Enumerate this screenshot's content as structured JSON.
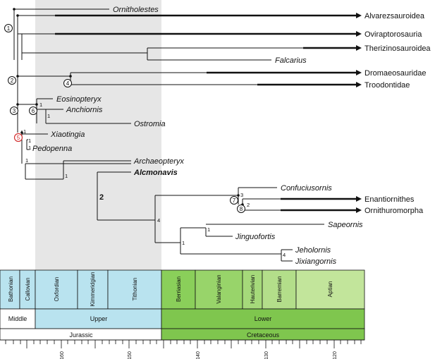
{
  "taxa": {
    "ornitholestes": "Ornitholestes",
    "alvarezsauroidea": "Alvarezsauroidea",
    "oviraptorosauria": "Oviraptorosauria",
    "therizinosauroidea": "Therizinosauroidea",
    "falcarius": "Falcarius",
    "dromaeosauridae": "Dromaeosauridae",
    "troodontidae": "Troodontidae",
    "eosinopteryx": "Eosinopteryx",
    "anchiornis": "Anchiornis",
    "ostromia": "Ostromia",
    "xiaotingia": "Xiaotingia",
    "pedopenna": "Pedopenna",
    "archaeopteryx": "Archaeopteryx",
    "alcmonavis": "Alcmonavis",
    "confuciusornis": "Confuciusornis",
    "enantiornithes": "Enantiornithes",
    "ornithuromorpha": "Ornithuromorpha",
    "sapeornis": "Sapeornis",
    "jinguofortis": "Jinguofortis",
    "jeholornis": "Jeholornis",
    "jixiangornis": "Jixiangornis"
  },
  "node_labels": {
    "n1": "1",
    "n2": "2",
    "n3": "3",
    "n4": "4",
    "n5": "5",
    "n6": "6",
    "n7": "7",
    "n8": "8"
  },
  "support": {
    "s_n6": "1",
    "s_anch": "1",
    "s_n5": "1",
    "s_xiao": "1",
    "s_ped": "1",
    "s_avia": "1",
    "s_arch": "1",
    "s_alc": "2",
    "s_pyg": "4",
    "s_n7": "3",
    "s_n8": "2",
    "s_sap": "1",
    "s_sapjin": "1",
    "s_jeh": "4"
  },
  "stages": {
    "bathonian": "Bathonian",
    "callovian": "Callovian",
    "oxfordian": "Oxfordian",
    "kimmeridgian": "Kimmeridgian",
    "tithonian": "Tithonian",
    "berriasian": "Berriasian",
    "valanginian": "Valanginian",
    "hauterivian": "Hauterivian",
    "barremian": "Barremian",
    "aptian": "Aptian"
  },
  "epochs": {
    "middle": "Middle",
    "upper": "Upper",
    "lower": "Lower"
  },
  "periods": {
    "jurassic": "Jurassic",
    "cretaceous": "Cretaceous"
  },
  "ticks": {
    "t160": "160",
    "t150": "150",
    "t140": "140",
    "t130": "130",
    "t120": "120"
  },
  "colors": {
    "jurassic_band": "#e6e6e6",
    "middle": "#ffffff",
    "upper_jurassic": "#b9e3ef",
    "lower_cretaceous_epoch": "#7fc64e",
    "cretaceous_period": "#7fc64e",
    "berriasian": "#8acf5a",
    "valanginian": "#98d46a",
    "hauterivian": "#a5d97a",
    "barremian": "#b3de8a",
    "aptian": "#c2e59b",
    "line": "#111111"
  }
}
